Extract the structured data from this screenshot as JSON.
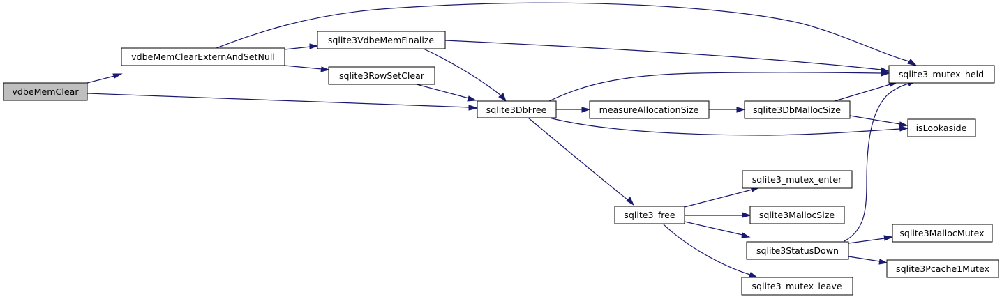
{
  "nodes": {
    "vdbeMemClear": "vdbeMemClear",
    "vdbeMemClearExternAndSetNull": "vdbeMemClearExternAndSetNull",
    "sqlite3VdbeMemFinalize": "sqlite3VdbeMemFinalize",
    "sqlite3RowSetClear": "sqlite3RowSetClear",
    "sqlite3DbFree": "sqlite3DbFree",
    "measureAllocationSize": "measureAllocationSize",
    "sqlite3DbMallocSize": "sqlite3DbMallocSize",
    "sqlite3_mutex_held": "sqlite3_mutex_held",
    "isLookaside": "isLookaside",
    "sqlite3_free": "sqlite3_free",
    "sqlite3_mutex_enter": "sqlite3_mutex_enter",
    "sqlite3MallocSize": "sqlite3MallocSize",
    "sqlite3StatusDown": "sqlite3StatusDown",
    "sqlite3_mutex_leave": "sqlite3_mutex_leave",
    "sqlite3MallocMutex": "sqlite3MallocMutex",
    "sqlite3Pcache1Mutex": "sqlite3Pcache1Mutex"
  },
  "colors": {
    "edge": "#191970",
    "root_fill": "#bfbfbf",
    "node_fill": "#ffffff",
    "node_border": "#000000"
  }
}
